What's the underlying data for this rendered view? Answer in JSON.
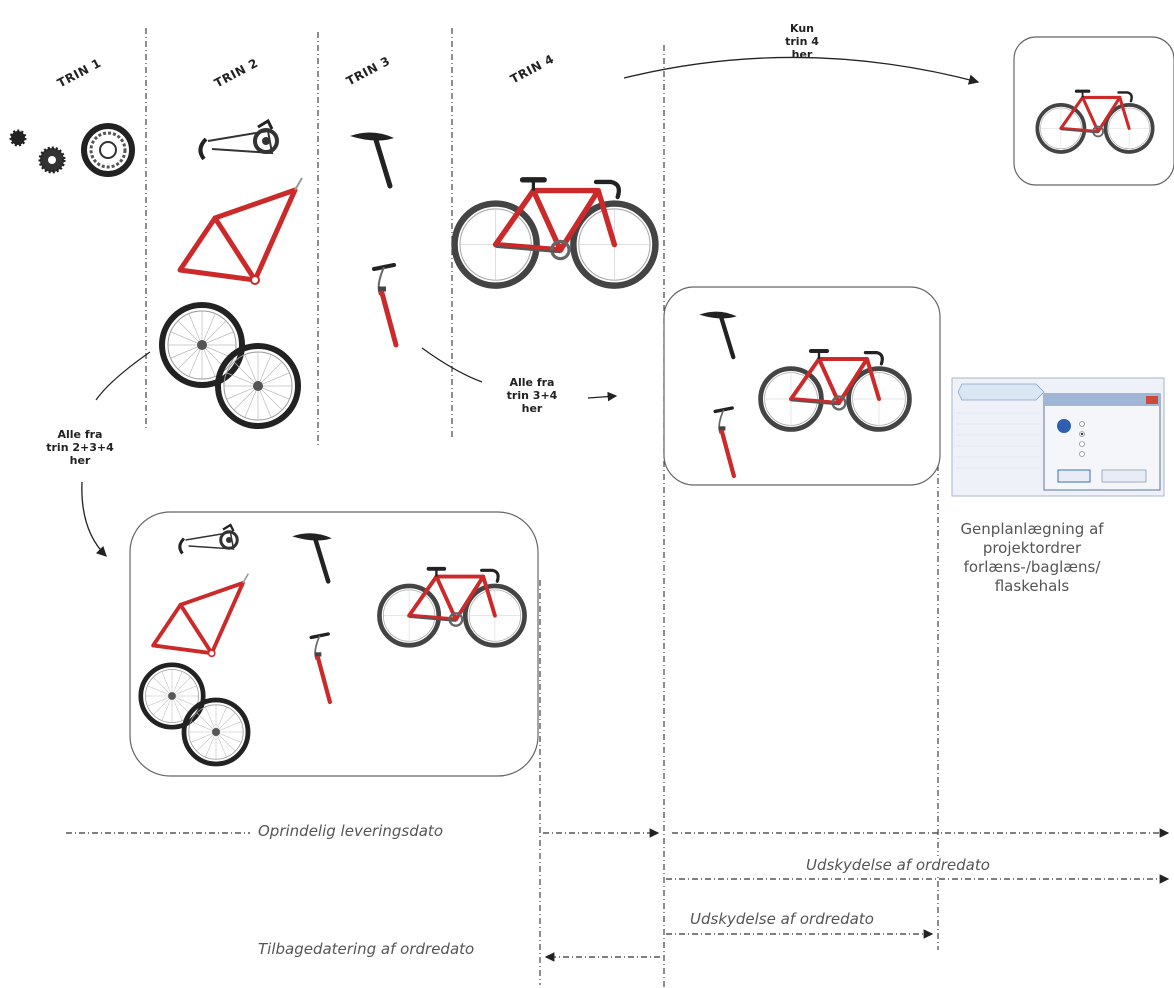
{
  "steps": [
    "TRIN 1",
    "TRIN 2",
    "TRIN 3",
    "TRIN 4"
  ],
  "notes": {
    "only_step4": [
      "Kun",
      "trin 4",
      "her"
    ],
    "steps_3_4": [
      "Alle fra",
      "trin 3+4",
      "her"
    ],
    "steps_2_3_4": [
      "Alle fra",
      "trin 2+3+4",
      "her"
    ]
  },
  "timeline": {
    "original": "Oprindelig leveringsdato",
    "postpone_long": "Udskydelse af ordredato",
    "postpone_short": "Udskydelse af ordredato",
    "backdate": "Tilbagedatering af ordredato"
  },
  "caption": [
    "Genplanlægning af",
    "projektordrer",
    "forlæns-/baglæns/",
    "flaskehals"
  ],
  "colors": {
    "frame_red": "#cc2a2a",
    "dark": "#222222",
    "line": "#333333",
    "label": "#555555"
  }
}
